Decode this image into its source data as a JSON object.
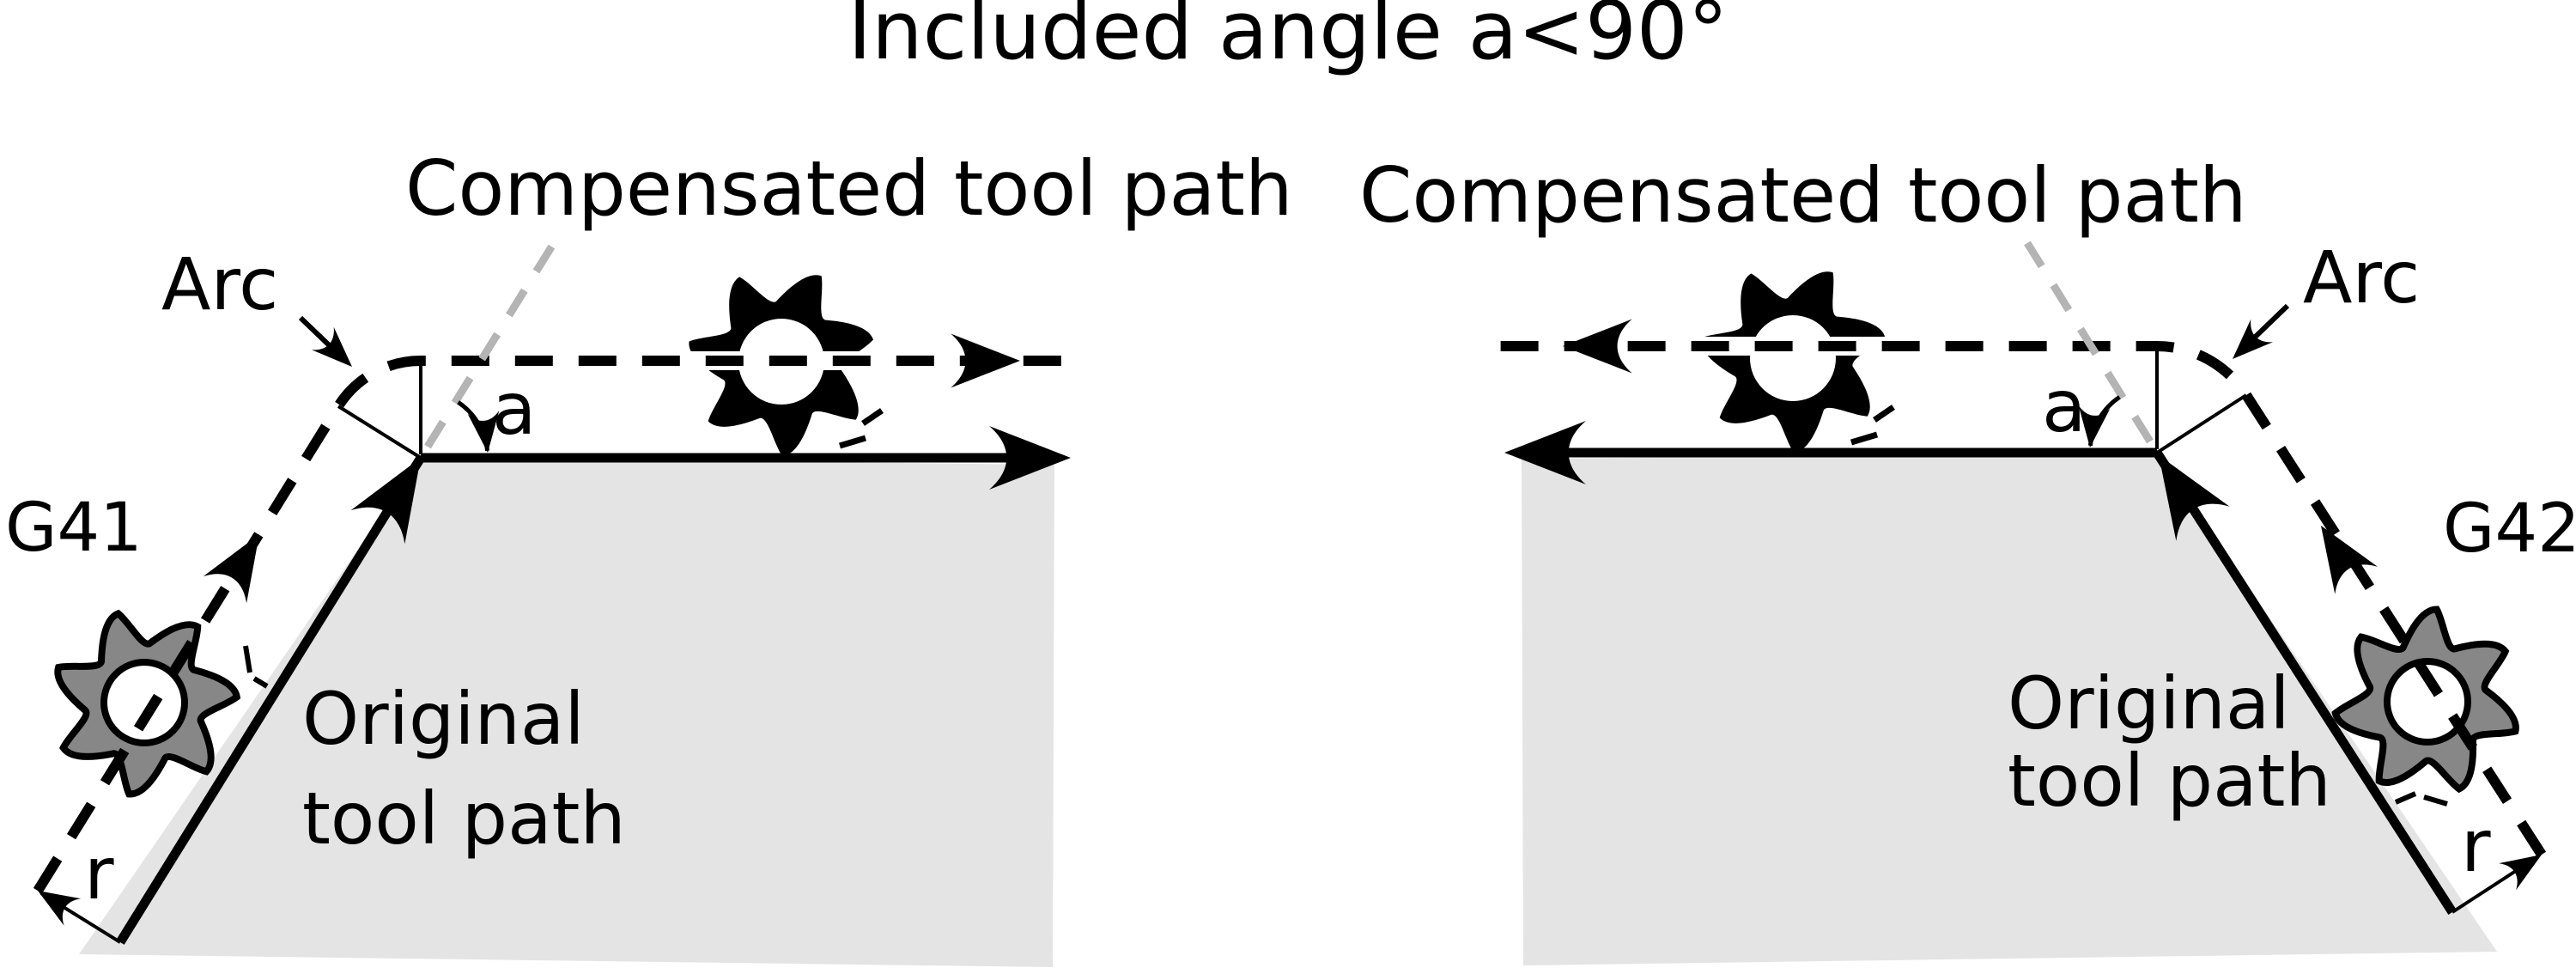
{
  "title": "Included angle a<90°",
  "colors": {
    "ink": "#000000",
    "workpiece_fill": "#e4e4e4",
    "cutter_gray": "#878787",
    "guide_gray": "#b4b4b4"
  },
  "left": {
    "g_code": "G41",
    "compensated_label": "Compensated tool path",
    "arc_label": "Arc",
    "angle_label": "a",
    "original_line1": "Original",
    "original_line2": "tool path",
    "radius_label": "r"
  },
  "right": {
    "g_code": "G42",
    "compensated_label": "Compensated tool path",
    "arc_label": "Arc",
    "angle_label": "a",
    "original_line1": "Original",
    "original_line2": "tool path",
    "radius_label": "r"
  }
}
